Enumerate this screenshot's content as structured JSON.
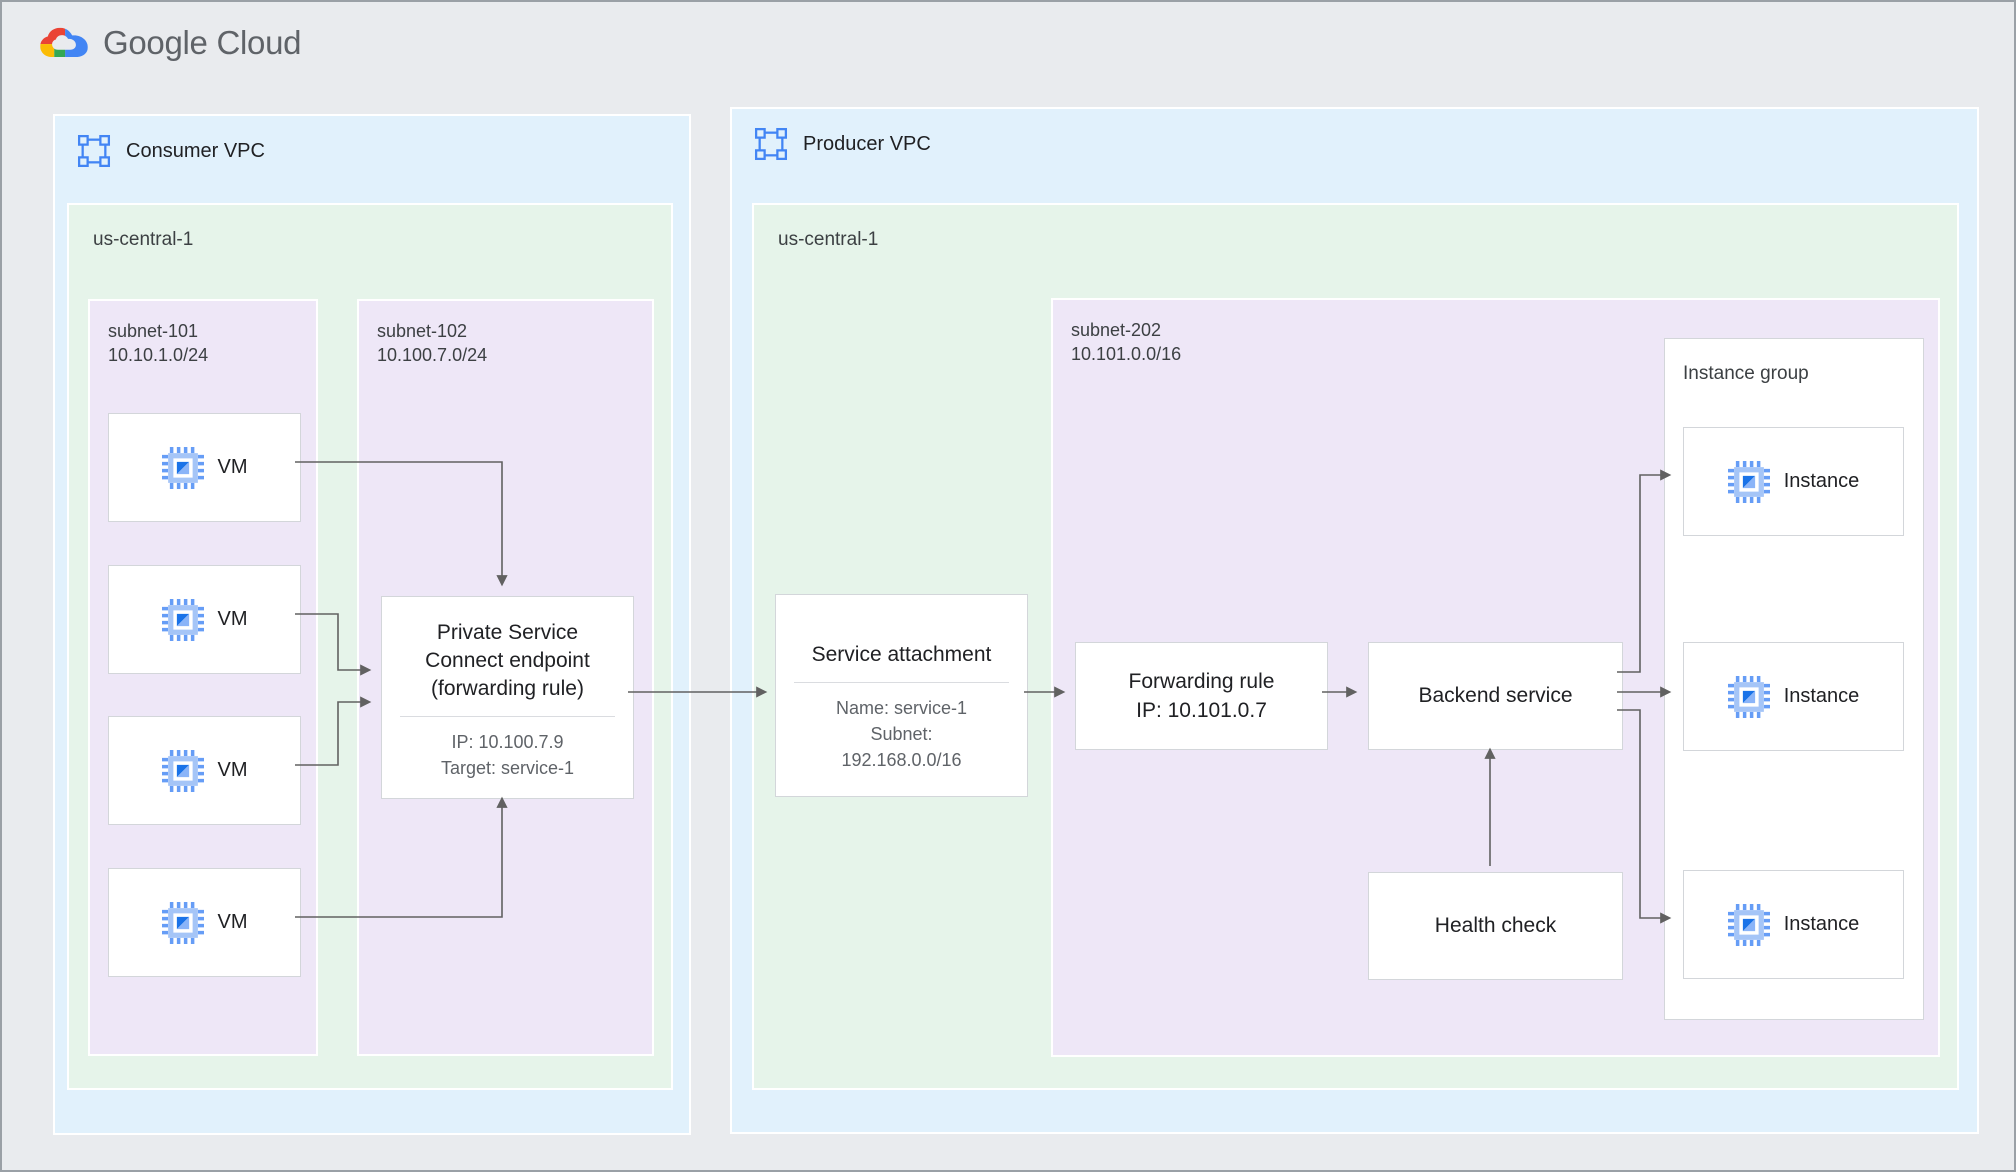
{
  "header": {
    "brand": "Google Cloud"
  },
  "icons": {
    "logo": "google-cloud-logo",
    "vpc": "vpc-network-icon",
    "vm": "compute-engine-icon",
    "instance": "compute-engine-icon"
  },
  "colors": {
    "vpc_fill": "#e1f1fc",
    "region_fill": "#e6f4ea",
    "subnet_fill": "#eee7f7",
    "node_border": "#d3d6da",
    "arrow": "#616161",
    "icon_blue": "#4285f4"
  },
  "consumer_vpc": {
    "label": "Consumer VPC",
    "region": {
      "label": "us-central-1",
      "subnet101": {
        "name": "subnet-101",
        "cidr": "10.10.1.0/24",
        "vms": [
          "VM",
          "VM",
          "VM",
          "VM"
        ]
      },
      "subnet102": {
        "name": "subnet-102",
        "cidr": "10.100.7.0/24",
        "psc_endpoint": {
          "title": "Private Service Connect endpoint (forwarding rule)",
          "ip": "IP: 10.100.7.9",
          "target": "Target: service-1"
        }
      }
    }
  },
  "producer_vpc": {
    "label": "Producer VPC",
    "region": {
      "label": "us-central-1",
      "service_attachment": {
        "title": "Service attachment",
        "name": "Name: service-1",
        "subnet_label": "Subnet:",
        "subnet_value": "192.168.0.0/16"
      },
      "subnet202": {
        "name": "subnet-202",
        "cidr": "10.101.0.0/16",
        "forwarding_rule": {
          "title": "Forwarding rule",
          "ip": "IP: 10.101.0.7"
        },
        "backend_service": {
          "label": "Backend service"
        },
        "health_check": {
          "label": "Health check"
        },
        "instance_group": {
          "label": "Instance group",
          "instances": [
            "Instance",
            "Instance",
            "Instance"
          ]
        }
      }
    }
  }
}
